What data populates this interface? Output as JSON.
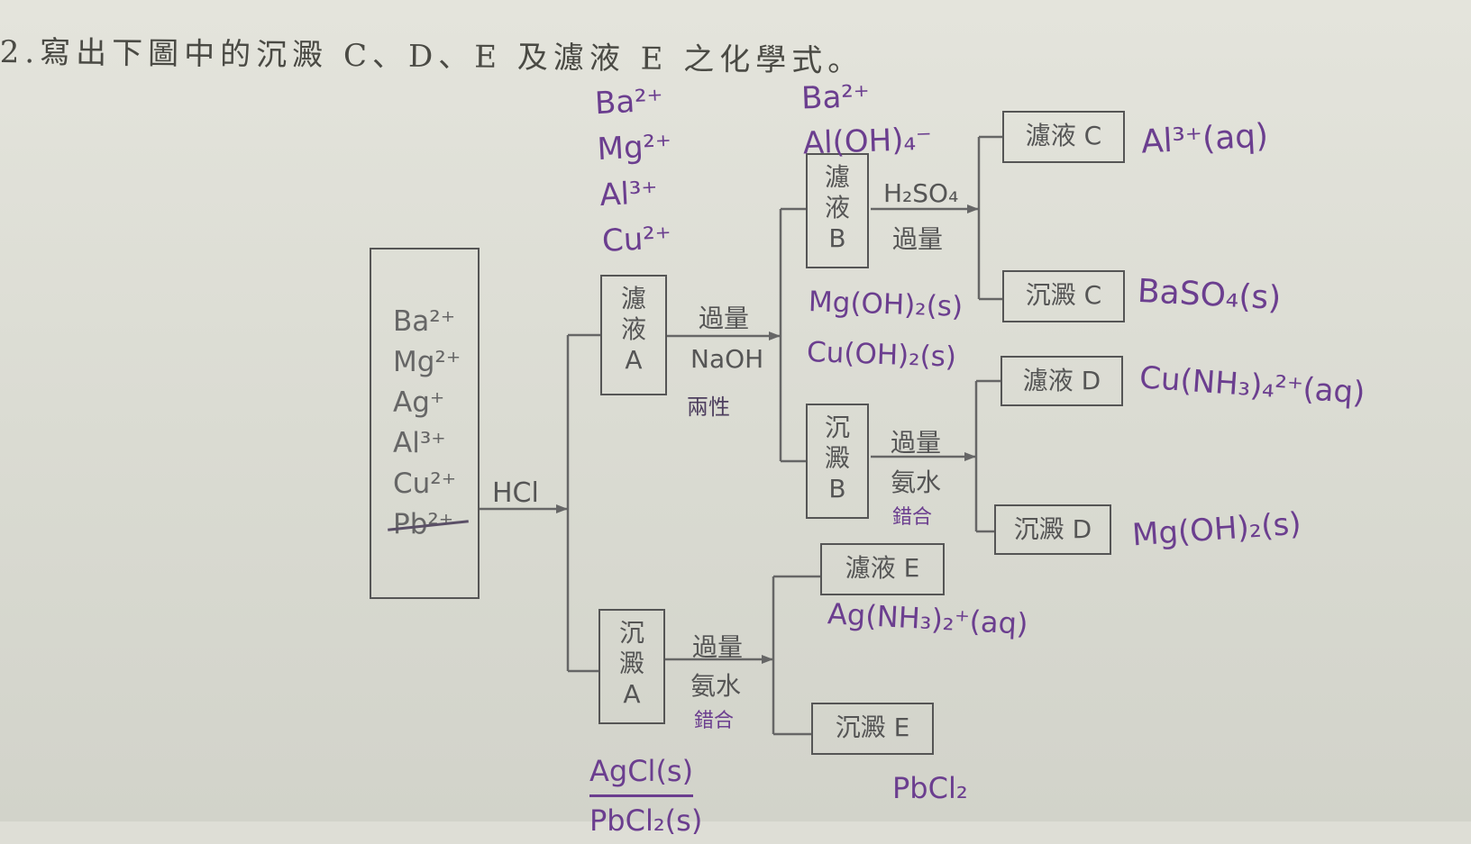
{
  "question": {
    "title": "2.寫出下圖中的沉澱 C、D、E 及濾液 E 之化學式。"
  },
  "start_box": {
    "ions": [
      "Ba²⁺",
      "Mg²⁺",
      "Ag⁺",
      "Al³⁺",
      "Cu²⁺",
      "Pb²⁺"
    ]
  },
  "reagents": {
    "hcl": "HCl",
    "naoh_excess": "過量",
    "naoh": "NaOH",
    "h2so4": "H₂SO₄",
    "h2so4_excess": "過量",
    "nh3_b_excess": "過量",
    "nh3_b": "氨水",
    "nh3_a_excess": "過量",
    "nh3_a": "氨水"
  },
  "boxes": {
    "filtrate_a": "濾液A",
    "precipitate_a": "沉澱A",
    "filtrate_b": "濾液B",
    "precipitate_b": "沉澱B",
    "filtrate_c": "濾液 C",
    "precipitate_c": "沉澱 C",
    "filtrate_d": "濾液 D",
    "precipitate_d": "沉澱 D",
    "filtrate_e": "濾液 E",
    "precipitate_e": "沉澱 E"
  },
  "annotations": {
    "filtrate_a_ions": [
      "Ba²⁺",
      "Mg²⁺",
      "Al³⁺",
      "Cu²⁺"
    ],
    "filtrate_b_ions": [
      "Ba²⁺",
      "Al(OH)₄⁻"
    ],
    "precipitate_b_formulas": [
      "Mg(OH)₂(s)",
      "Cu(OH)₂(s)"
    ],
    "naoh_note": "兩性",
    "nh3_b_note": "錯合",
    "nh3_a_note": "錯合",
    "filtrate_c_answer": "Al³⁺(aq)",
    "precipitate_c_answer": "BaSO₄(s)",
    "filtrate_d_answer": "Cu(NH₃)₄²⁺(aq)",
    "precipitate_d_answer": "Mg(OH)₂(s)",
    "filtrate_e_answer": "Ag(NH₃)₂⁺(aq)",
    "precipitate_e_answer": "PbCl₂",
    "precipitate_a_formulas": [
      "AgCl(s)",
      "PbCl₂(s)"
    ]
  },
  "colors": {
    "ink_print": "#555555",
    "ink_handwriting": "#6b3e8f",
    "paper": "#deded6"
  }
}
